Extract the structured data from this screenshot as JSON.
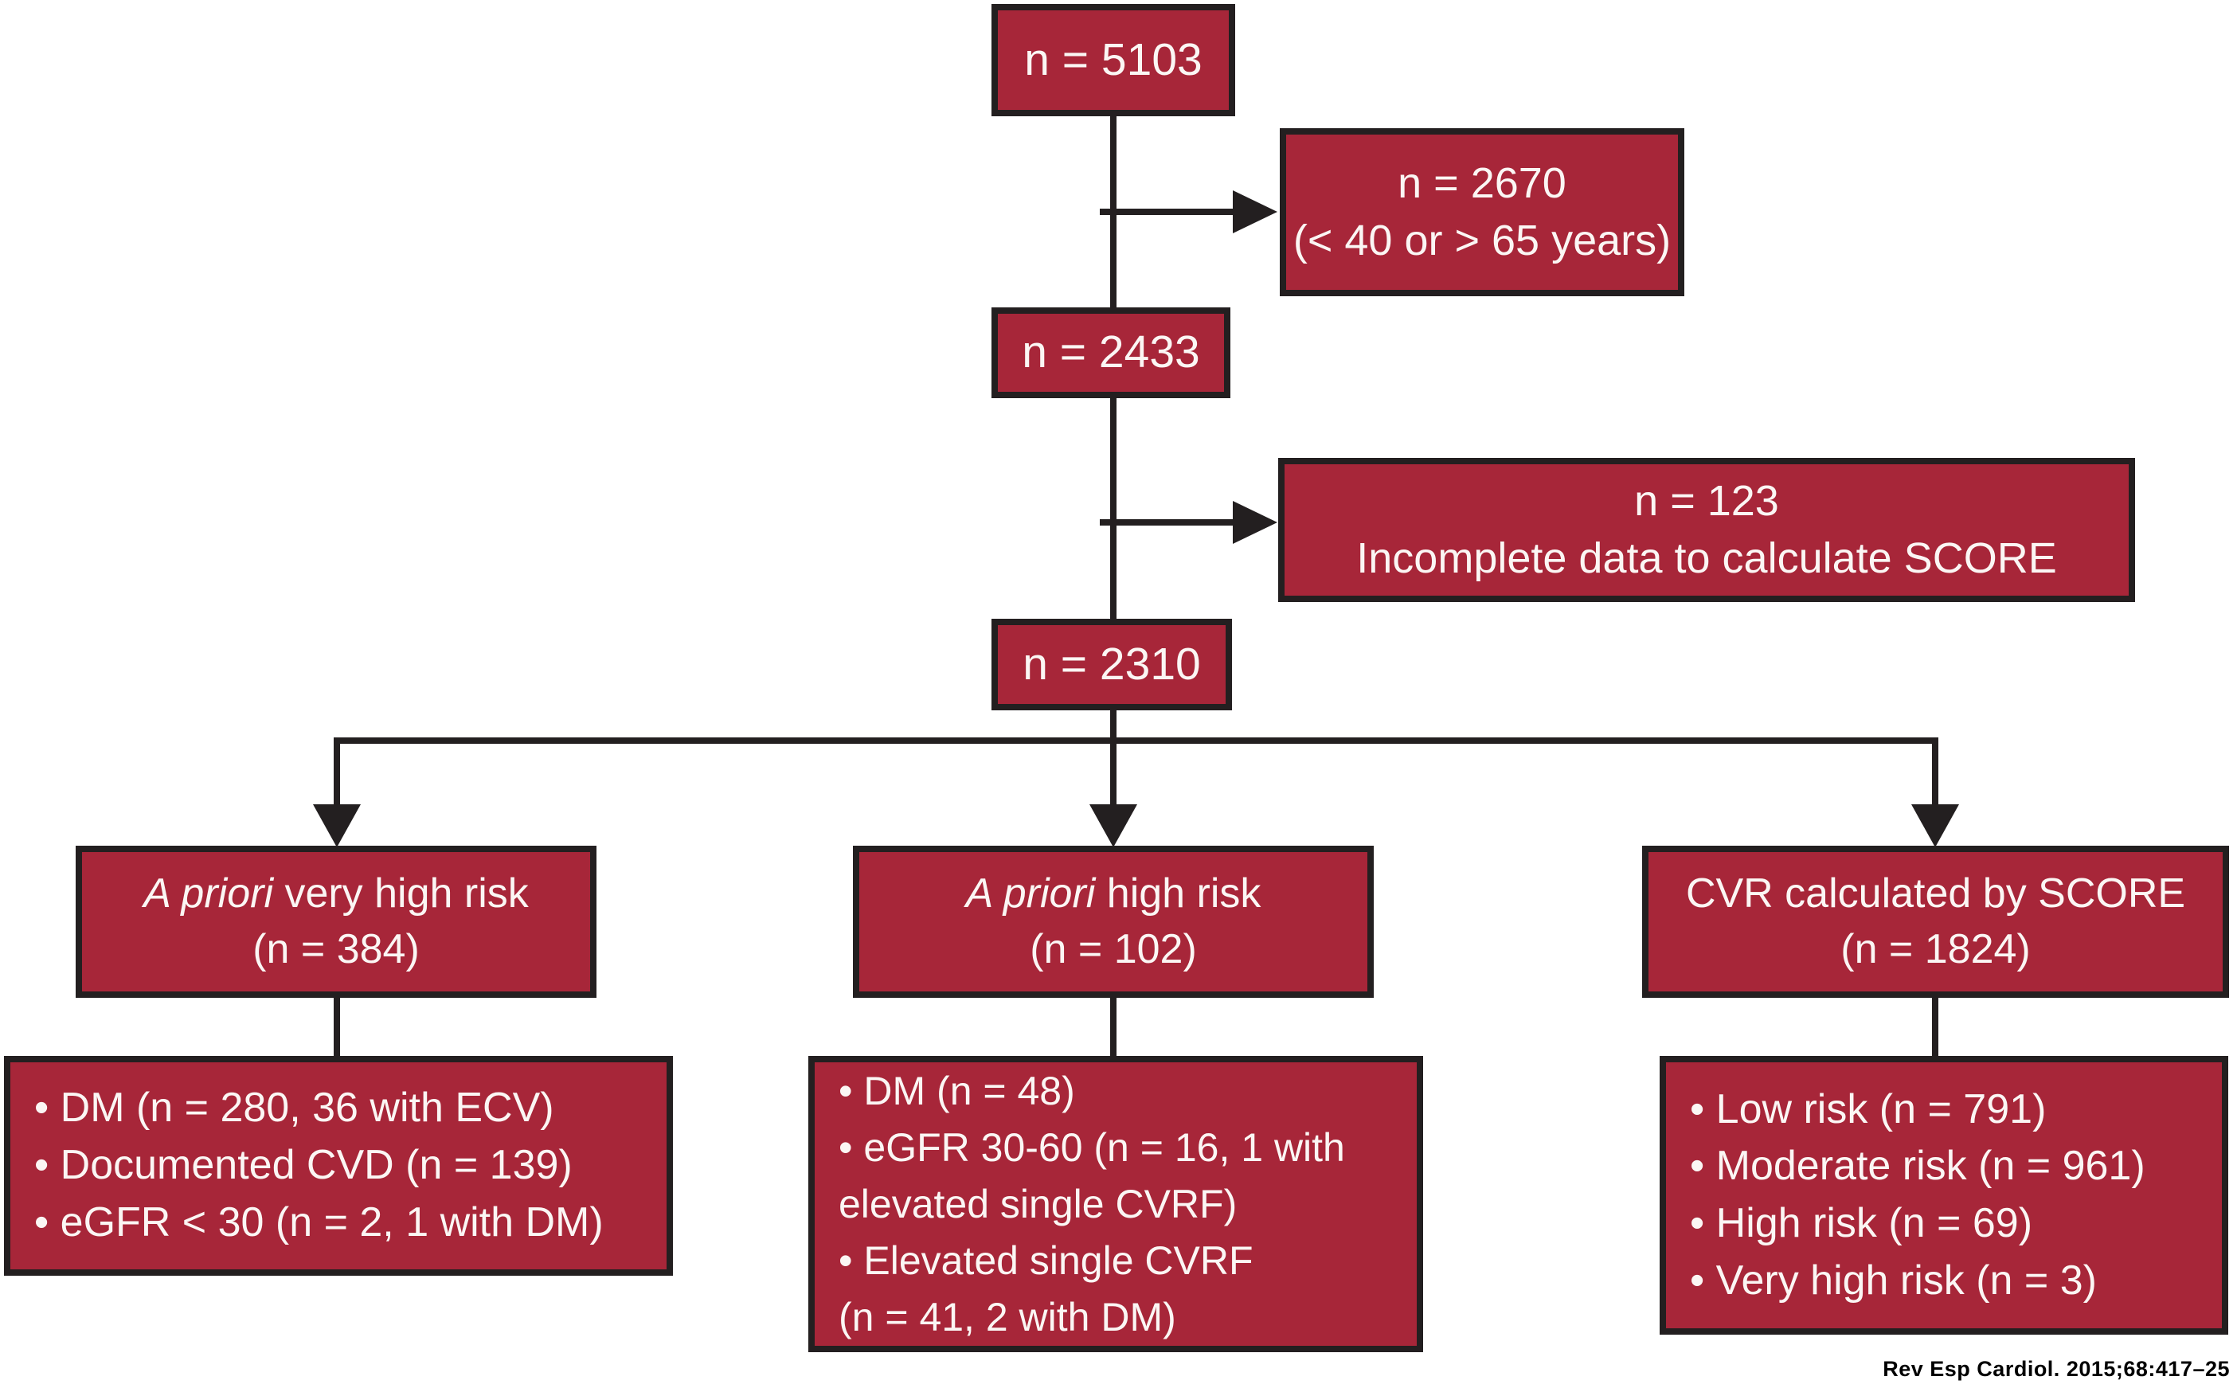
{
  "colors": {
    "box_fill": "#a72639",
    "box_border": "#231f20",
    "line_color": "#231f20",
    "text_color": "#fbf6f4"
  },
  "flow": {
    "n5103": {
      "label": "n = 5103"
    },
    "excl_age": {
      "line1": "n = 2670",
      "line2": "(< 40 or > 65 years)"
    },
    "n2433": {
      "label": "n = 2433"
    },
    "excl_score": {
      "line1": "n = 123",
      "line2": "Incomplete data to calculate SCORE"
    },
    "n2310": {
      "label": "n = 2310"
    },
    "branch_left": {
      "title_italic": "A priori",
      "title_rest": " very high risk",
      "subtitle": "(n = 384)"
    },
    "branch_mid": {
      "title_italic": "A priori",
      "title_rest": " high risk",
      "subtitle": "(n = 102)"
    },
    "branch_right": {
      "title_italic": "",
      "title_rest": "CVR calculated by SCORE",
      "subtitle": "(n = 1824)"
    },
    "detail_left": {
      "lines": [
        "• DM (n = 280, 36 with ECV)",
        "• Documented CVD (n = 139)",
        "• eGFR < 30 (n = 2, 1 with DM)"
      ]
    },
    "detail_mid": {
      "lines": [
        "• DM (n = 48)",
        "• eGFR 30-60 (n = 16, 1 with",
        "elevated single CVRF)",
        "• Elevated single CVRF",
        "(n = 41, 2 with DM)"
      ]
    },
    "detail_right": {
      "lines": [
        "• Low risk (n = 791)",
        "• Moderate risk (n = 961)",
        "• High risk (n = 69)",
        "• Very high risk (n = 3)"
      ]
    }
  },
  "citation": "Rev Esp Cardiol. 2015;68:417–25"
}
